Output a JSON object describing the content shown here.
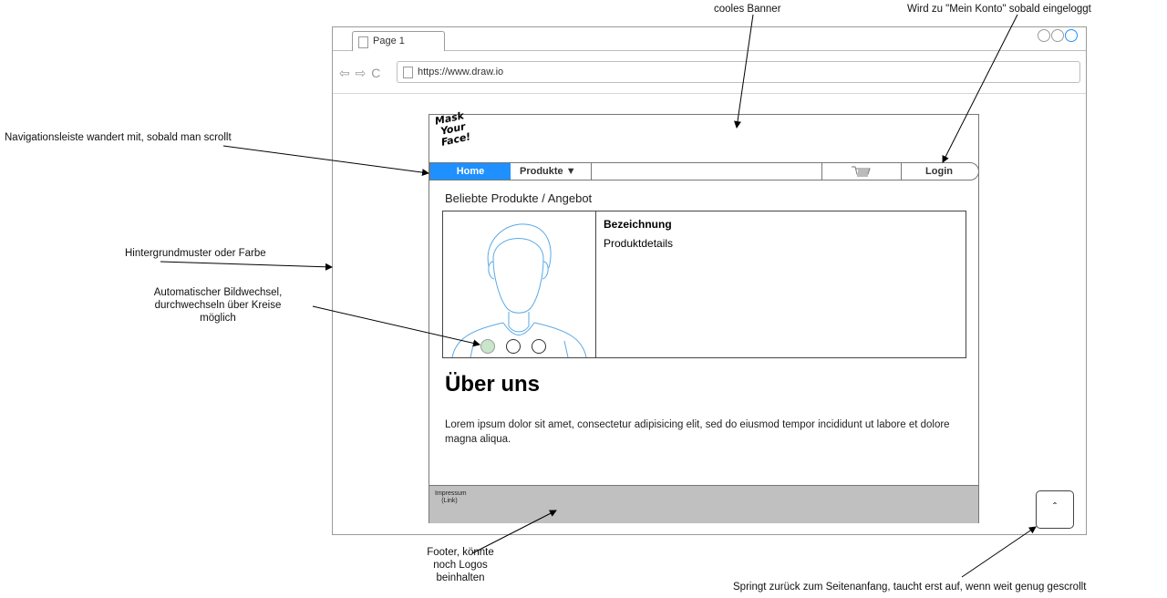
{
  "browser": {
    "tab_label": "Page 1",
    "url": "https://www.draw.io",
    "nav_icons": "⇦ ⇨ C"
  },
  "site": {
    "logo_lines": [
      "Mask",
      "Your",
      "Face!"
    ],
    "nav": {
      "home": "Home",
      "products": "Produkte ▼",
      "cart_icon": "cart-icon",
      "login": "Login"
    },
    "popular_heading": "Beliebte Produkte / Angebot",
    "product": {
      "name": "Bezeichnung",
      "details": "Produktdetails",
      "slides_total": 3,
      "slide_active": 1
    },
    "about_heading": "Über uns",
    "about_text": "Lorem ipsum dolor sit amet, consectetur adipisicing elit, sed do eiusmod tempor incididunt ut labore et dolore magna aliqua.",
    "footer_link": "Impressum (Link)",
    "scroll_top": "ˆ"
  },
  "annotations": {
    "banner": "cooles Banner",
    "account": "Wird zu \"Mein Konto\" sobald eingeloggt",
    "nav_sticky": "Navigationsleiste wandert mit, sobald man scrollt",
    "background": "Hintergrundmuster oder Farbe",
    "slideshow": "Automatischer Bildwechsel, durchwechseln über Kreise möglich",
    "footer": "Footer, könnte noch Logos beinhalten",
    "back_to_top": "Springt zurück zum Seitenanfang, taucht erst auf, wenn weit genug gescrollt"
  },
  "colors": {
    "nav_active": "#1e90ff",
    "footer_bg": "#c0c0c0",
    "active_dot": "#c8e6c9",
    "placeholder_line": "#5aa9e6"
  }
}
